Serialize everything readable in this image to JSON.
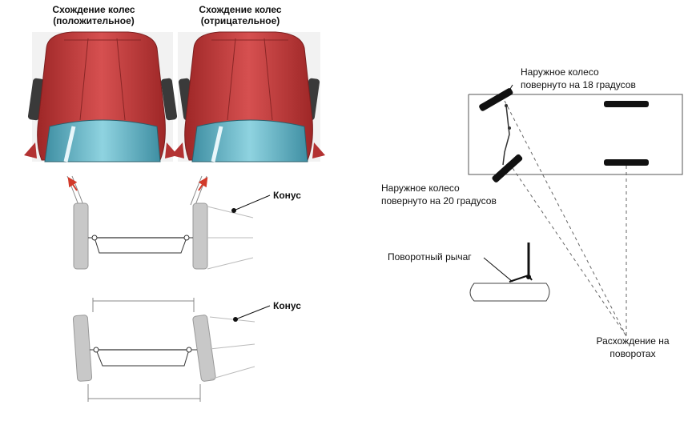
{
  "toe_in": {
    "title_line1": "Схождение колес",
    "title_line2": "(положительное)"
  },
  "toe_out": {
    "title_line1": "Схождение колес",
    "title_line2": "(отрицательное)"
  },
  "cone_label_top": "Конус",
  "cone_label_bottom": "Конус",
  "outer_wheel_18_line1": "Наружное колесо",
  "outer_wheel_18_line2": "повернуто на 18 градусов",
  "outer_wheel_20_line1": "Наружное колесо",
  "outer_wheel_20_line2": "повернуто на 20 градусов",
  "steering_arm_label": "Поворотный рычаг",
  "toe_out_on_turns_line1": "Расхождение на",
  "toe_out_on_turns_line2": "поворотах",
  "colors": {
    "car_body": "#c23b3b",
    "car_glass": "#5fb7c9",
    "tire": "#c8c8c8",
    "line": "#333333",
    "arrow": "#d23a2a"
  }
}
